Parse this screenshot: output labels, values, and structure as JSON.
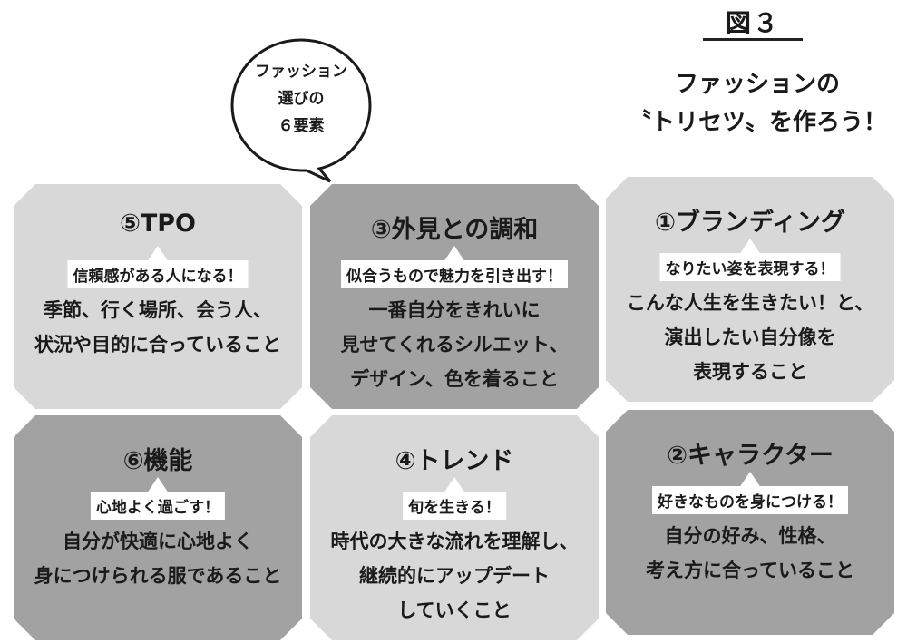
{
  "figure_label": "図３",
  "headline": [
    "ファッションの",
    "〝トリセツ〟を作ろう！"
  ],
  "bubble": [
    "ファッション",
    "選びの",
    "６要素"
  ],
  "cards": [
    {
      "title": "⑤TPO",
      "tagline": "信頼感がある人になる！",
      "desc": [
        "季節、行く場所、会う人、",
        "状況や目的に合っていること"
      ],
      "tone": "light"
    },
    {
      "title": "③外見との調和",
      "tagline": "似合うもので魅力を引き出す！",
      "desc": [
        "一番自分をきれいに",
        "見せてくれるシルエット、",
        "デザイン、色を着ること"
      ],
      "tone": "dark"
    },
    {
      "title": "①ブランディング",
      "tagline": "なりたい姿を表現する！",
      "desc": [
        "こんな人生を生きたい！と、",
        "演出したい自分像を",
        "表現すること"
      ],
      "tone": "light"
    },
    {
      "title": "⑥機能",
      "tagline": "心地よく過ごす！",
      "desc": [
        "自分が快適に心地よく",
        "身につけられる服であること"
      ],
      "tone": "dark"
    },
    {
      "title": "④トレンド",
      "tagline": "旬を生きる！",
      "desc": [
        "時代の大きな流れを理解し、",
        "継続的にアップデート",
        "していくこと"
      ],
      "tone": "light"
    },
    {
      "title": "②キャラクター",
      "tagline": "好きなものを身につける！",
      "desc": [
        "自分の好み、性格、",
        "考え方に合っていること"
      ],
      "tone": "dark"
    }
  ]
}
